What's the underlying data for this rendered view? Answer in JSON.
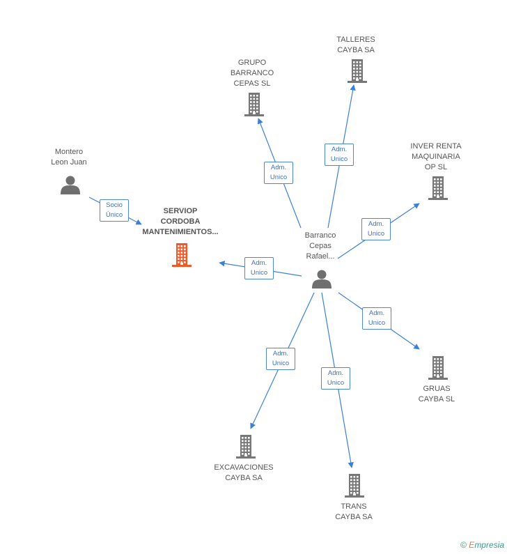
{
  "center_person": {
    "lines": [
      "Barranco",
      "Cepas",
      "Rafael..."
    ]
  },
  "persons": [
    {
      "id": "montero",
      "lines": [
        "Montero",
        "Leon Juan"
      ]
    }
  ],
  "companies": [
    {
      "id": "serviop",
      "lines": [
        "SERVIOP",
        "CORDOBA",
        "MANTENIMIENTOS..."
      ],
      "highlight": true
    },
    {
      "id": "grupo",
      "lines": [
        "GRUPO",
        "BARRANCO",
        "CEPAS SL"
      ]
    },
    {
      "id": "talleres",
      "lines": [
        "TALLERES",
        "CAYBA SA"
      ]
    },
    {
      "id": "inver",
      "lines": [
        "INVER RENTA",
        "MAQUINARIA",
        "OP SL"
      ]
    },
    {
      "id": "gruas",
      "lines": [
        "GRUAS",
        "CAYBA SL"
      ]
    },
    {
      "id": "trans",
      "lines": [
        "TRANS",
        "CAYBA SA"
      ]
    },
    {
      "id": "excav",
      "lines": [
        "EXCAVACIONES",
        "CAYBA SA"
      ]
    }
  ],
  "relations": [
    {
      "from": "montero",
      "to": "serviop",
      "label": [
        "Socio",
        "Único"
      ]
    },
    {
      "from": "center",
      "to": "serviop",
      "label": [
        "Adm.",
        "Unico"
      ]
    },
    {
      "from": "center",
      "to": "grupo",
      "label": [
        "Adm.",
        "Unico"
      ]
    },
    {
      "from": "center",
      "to": "talleres",
      "label": [
        "Adm.",
        "Unico"
      ]
    },
    {
      "from": "center",
      "to": "inver",
      "label": [
        "Adm.",
        "Unico"
      ]
    },
    {
      "from": "center",
      "to": "gruas",
      "label": [
        "Adm.",
        "Unico"
      ]
    },
    {
      "from": "center",
      "to": "trans",
      "label": [
        "Adm.",
        "Unico"
      ]
    },
    {
      "from": "center",
      "to": "excav",
      "label": [
        "Adm.",
        "Unico"
      ]
    }
  ],
  "colors": {
    "edge": "#3b7fd9",
    "building": "#777777",
    "building_highlight": "#f05a28",
    "person": "#6f6f6f"
  },
  "icons": {
    "company": "building-icon",
    "person": "person-icon"
  },
  "footer": {
    "copyright": "©",
    "brand_first": "E",
    "brand_rest": "mpresia"
  }
}
